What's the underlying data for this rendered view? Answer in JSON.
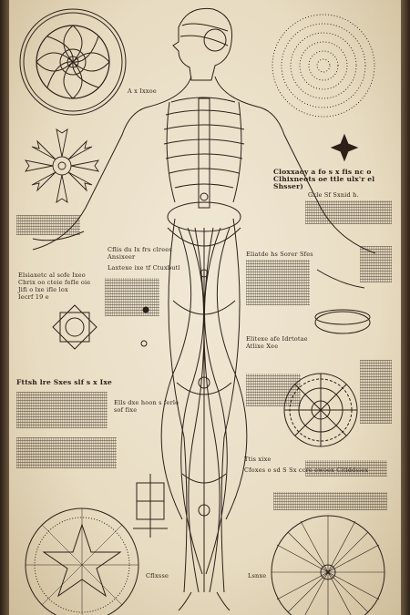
{
  "notes": {
    "n1": "A x Ixxoe",
    "n2": "Cloxxaoy a fo s x fis nc o\nClhixneots oe ttle ulx'r el Shsser)",
    "n3": "Gxle Sf Sxnid h.",
    "n4": "Cflis du Ix frs clrees\nAnsixeer",
    "n5": "Laxtexe ixe tf Ctuxbutl",
    "n6": "Elsiaxetc al sofe Ixeo\nCbrix oo cteie fefle oie\nJifi o lxe ifle lox\nIecrf 19 e",
    "n7": "Eliatde hs Sorer Sfes",
    "n8": "Elitexe afe Idrtotae\nAtlixe Xee",
    "n9": "Ells dxe hoon s ferle\nsof fixe",
    "n10": "Fttsh lre Sxes slf s x Ixe",
    "n11": "Ttis xixe",
    "n12": "Cfoxes o sd S Sx ccre ewoex Cltlddsiex",
    "n13": "Cflxsse",
    "n14": "Lsnxe"
  },
  "colors": {
    "ink": "#2c2018",
    "paper": "#ece1cb",
    "frame": "#3a2a1c"
  }
}
